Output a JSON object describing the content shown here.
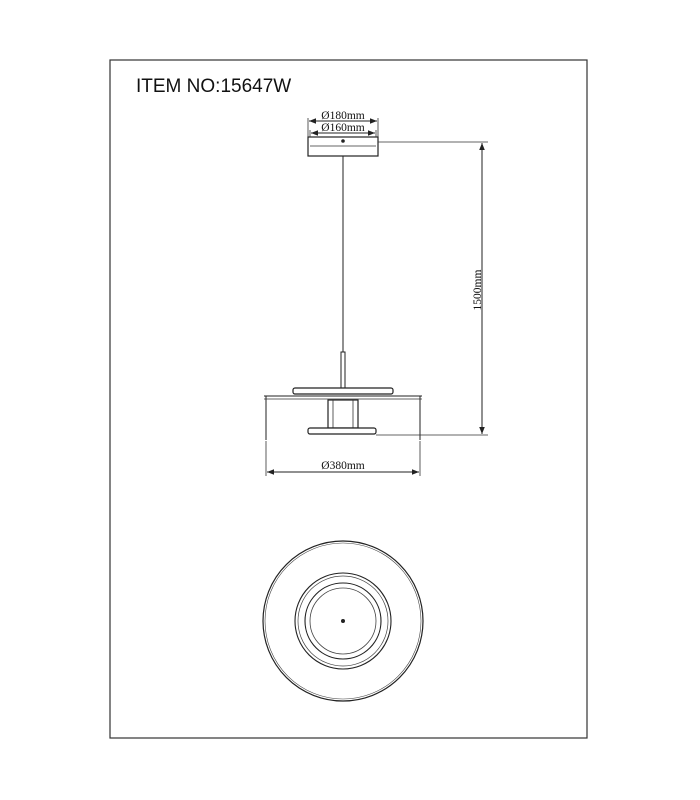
{
  "item": {
    "label": "ITEM NO:15647W"
  },
  "dimensions": {
    "canopy_outer": "Ø180mm",
    "canopy_inner": "Ø160mm",
    "drop_height": "1500mm",
    "shade_diameter": "Ø380mm"
  },
  "views": {
    "upper": "side elevation",
    "lower": "bottom view"
  }
}
